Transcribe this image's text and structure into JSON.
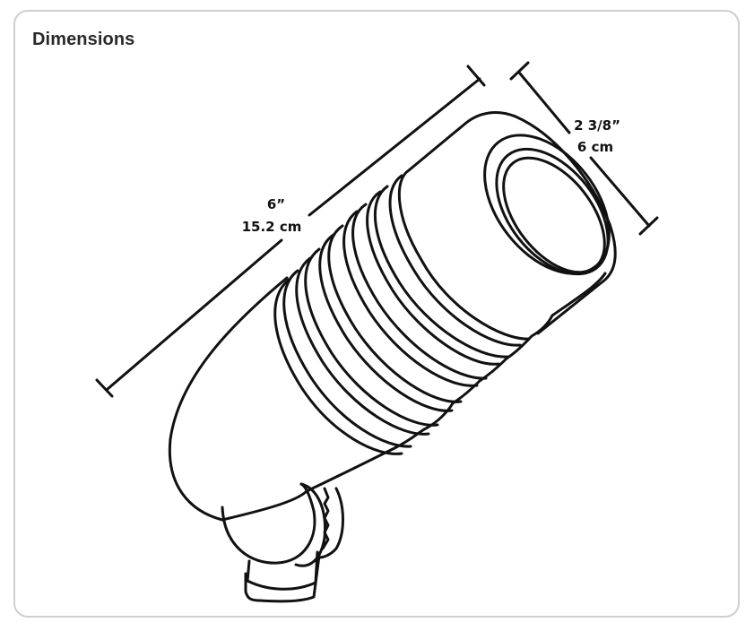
{
  "panel": {
    "title": "Dimensions"
  },
  "diagram": {
    "subject": "spotlight fixture line drawing",
    "length_dimension": {
      "imperial": "6”",
      "metric": "15.2 cm"
    },
    "diameter_dimension": {
      "imperial": "2 3/8”",
      "metric": "6 cm"
    },
    "line_color": "#111111",
    "border_color": "#cfcfcf"
  }
}
